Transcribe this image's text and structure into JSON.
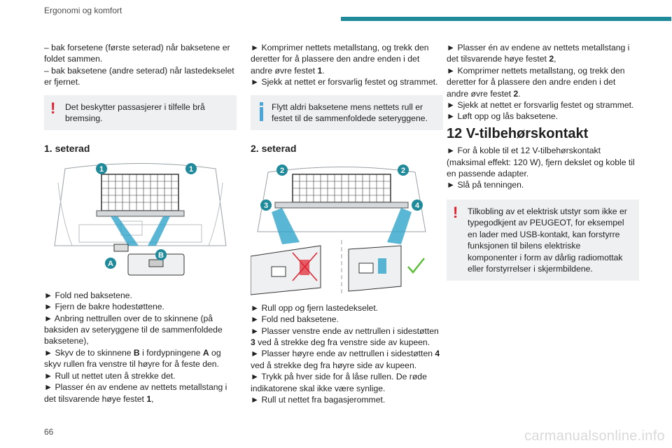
{
  "header": {
    "title": "Ergonomi og komfort"
  },
  "page_number": "66",
  "watermark": "carmanualsonline.info",
  "col1": {
    "intro": [
      "– bak forsetene (første seterad) når baksetene er foldet sammen.",
      "– bak baksetene (andre seterad) når lastedekselet er fjernet."
    ],
    "warning": "Det beskytter passasjerer i tilfelle brå bremsing.",
    "heading": "1. seterad",
    "figure_labels": {
      "top_left": "1",
      "top_right": "1",
      "a": "A",
      "b": "B"
    },
    "steps": [
      "► Fold ned baksetene.",
      "► Fjern de bakre hodestøttene.",
      "► Anbring nettrullen over de to skinnene (på baksiden av seteryggene til de sammenfoldede baksetene),",
      "► Skyv de to skinnene {B} i fordypningene {A} og skyv rullen fra venstre til høyre for å feste den.",
      "► Rull ut nettet uten å strekke det.",
      "► Plasser én av endene av nettets metallstang i det tilsvarende høye festet {1},"
    ]
  },
  "col2": {
    "intro": [
      "► Komprimer nettets metallstang, og trekk den deretter for å plassere den andre enden i det andre øvre festet {1}.",
      "► Sjekk at nettet er forsvarlig festet og strammet."
    ],
    "info": "Flytt aldri baksetene mens nettets rull er festet til de sammenfoldede seteryggene.",
    "heading": "2. seterad",
    "figure_labels": {
      "top_left": "2",
      "top_right": "2",
      "mid_left": "3",
      "mid_right": "4"
    },
    "steps": [
      "► Rull opp og fjern lastedekselet.",
      "► Fold ned baksetene.",
      "► Plasser venstre ende av nettrullen i sidestøtten {3} ved å strekke deg fra venstre side av kupeen.",
      "► Plasser høyre ende av nettrullen i sidestøtten {4} ved å strekke deg fra høyre side av kupeen.",
      "► Trykk på hver side for å låse rullen. De røde indikatorene skal ikke være synlige.",
      "► Rull ut nettet fra bagasjerommet."
    ]
  },
  "col3": {
    "intro": [
      "► Plasser én av endene av nettets metallstang i det tilsvarende høye festet {2},",
      "► Komprimer nettets metallstang, og trekk den deretter for å plassere den andre enden i det andre øvre festet {2}.",
      "► Sjekk at nettet er forsvarlig festet og strammet.",
      "► Løft opp og lås baksetene."
    ],
    "heading": "12 V-tilbehørskontakt",
    "steps": [
      "► For å koble til et 12 V-tilbehørskontakt (maksimal effekt: 120 W), fjern dekslet og koble til en passende adapter.",
      "► Slå på tenningen."
    ],
    "warning": "Tilkobling av et elektrisk utstyr som ikke er typegodkjent av PEUGEOT, for eksempel en lader med USB-kontakt, kan forstyrre funksjonen til bilens elektriske komponenter i form av dårlig radiomottak eller forstyrrelser i skjermbildene."
  },
  "colors": {
    "accent": "#1f8a9a",
    "warning": "#e0202e",
    "info": "#4aa6d8",
    "callout_bg": "#eef0f1",
    "highlight": "#2fa4c9"
  }
}
